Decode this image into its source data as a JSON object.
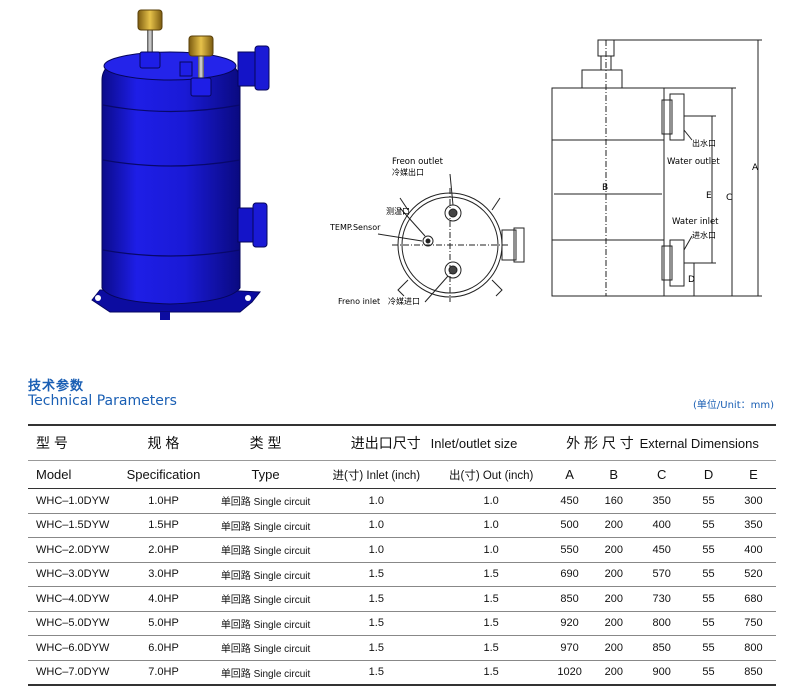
{
  "top_view": {
    "freon_outlet_en": "Freon outlet",
    "freon_outlet_cn": "冷媒出口",
    "temp_sensor_cn": "测温口",
    "temp_sensor_en": "TEMP.Sensor",
    "freon_inlet_en": "Freno inlet",
    "freon_inlet_cn": "冷媒进口"
  },
  "side_view": {
    "water_outlet_cn": "出水口",
    "water_outlet_en": "Water outlet",
    "water_inlet_en": "Water inlet",
    "water_inlet_cn": "进水口",
    "dim_a": "A",
    "dim_b": "B",
    "dim_c": "C",
    "dim_d": "D",
    "dim_e": "E"
  },
  "section": {
    "title_cn": "技术参数",
    "title_en": "Technical Parameters",
    "unit_note": "(单位/Unit：mm)"
  },
  "table": {
    "header1": {
      "model_cn": "型 号",
      "spec_cn": "规 格",
      "type_cn": "类 型",
      "inout_cn": "进出口尺寸",
      "inout_en": "Inlet/outlet size",
      "ext_cn": "外 形 尺 寸",
      "ext_en": "External Dimensions"
    },
    "header2": {
      "model": "Model",
      "spec": "Specification",
      "type": "Type",
      "inlet": "进(寸)  Inlet (inch)",
      "outlet": "出(寸)  Out (inch)",
      "a": "A",
      "b": "B",
      "c": "C",
      "d": "D",
      "e": "E"
    },
    "rows": [
      {
        "model": "WHC–1.0DYW",
        "spec": "1.0HP",
        "type": "单回路 Single circuit",
        "inlet": "1.0",
        "outlet": "1.0",
        "a": "450",
        "b": "160",
        "c": "350",
        "d": "55",
        "e": "300"
      },
      {
        "model": "WHC–1.5DYW",
        "spec": "1.5HP",
        "type": "单回路 Single circuit",
        "inlet": "1.0",
        "outlet": "1.0",
        "a": "500",
        "b": "200",
        "c": "400",
        "d": "55",
        "e": "350"
      },
      {
        "model": "WHC–2.0DYW",
        "spec": "2.0HP",
        "type": "单回路 Single circuit",
        "inlet": "1.0",
        "outlet": "1.0",
        "a": "550",
        "b": "200",
        "c": "450",
        "d": "55",
        "e": "400"
      },
      {
        "model": "WHC–3.0DYW",
        "spec": "3.0HP",
        "type": "单回路 Single circuit",
        "inlet": "1.5",
        "outlet": "1.5",
        "a": "690",
        "b": "200",
        "c": "570",
        "d": "55",
        "e": "520"
      },
      {
        "model": "WHC–4.0DYW",
        "spec": "4.0HP",
        "type": "单回路 Single circuit",
        "inlet": "1.5",
        "outlet": "1.5",
        "a": "850",
        "b": "200",
        "c": "730",
        "d": "55",
        "e": "680"
      },
      {
        "model": "WHC–5.0DYW",
        "spec": "5.0HP",
        "type": "单回路 Single circuit",
        "inlet": "1.5",
        "outlet": "1.5",
        "a": "920",
        "b": "200",
        "c": "800",
        "d": "55",
        "e": "750"
      },
      {
        "model": "WHC–6.0DYW",
        "spec": "6.0HP",
        "type": "单回路 Single circuit",
        "inlet": "1.5",
        "outlet": "1.5",
        "a": "970",
        "b": "200",
        "c": "850",
        "d": "55",
        "e": "800"
      },
      {
        "model": "WHC–7.0DYW",
        "spec": "7.0HP",
        "type": "单回路 Single circuit",
        "inlet": "1.5",
        "outlet": "1.5",
        "a": "1020",
        "b": "200",
        "c": "900",
        "d": "55",
        "e": "850"
      }
    ]
  },
  "colors": {
    "product_blue": "#1616d8",
    "accent_blue": "#1a5fb4"
  }
}
